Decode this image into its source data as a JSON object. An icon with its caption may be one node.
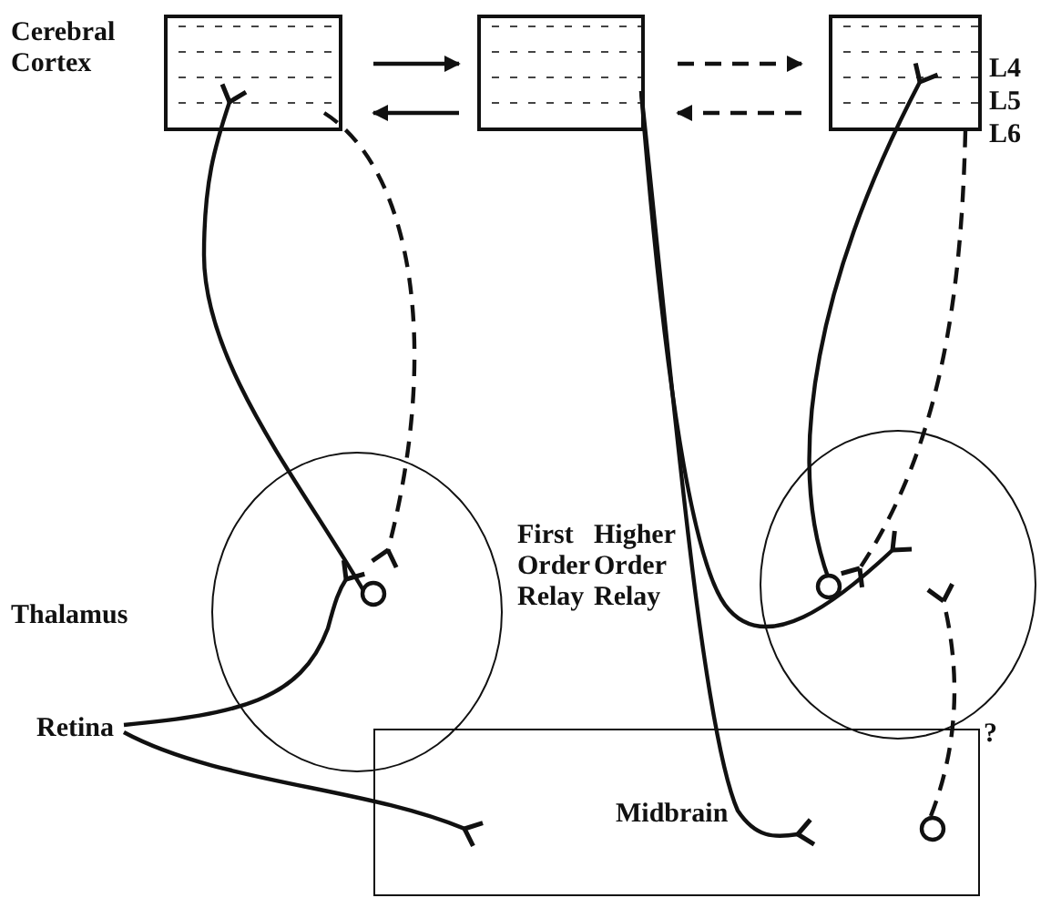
{
  "diagram": {
    "nodes": [
      {
        "text": [],
        "shape": "box"
      },
      {
        "text": [],
        "shape": "box"
      },
      {
        "text": [],
        "shape": "box",
        "beside": [
          "L4",
          "L5",
          "L6"
        ]
      },
      {
        "text": [],
        "shape": "circle",
        "beside": [
          "First Order Relay"
        ]
      },
      {
        "text": [],
        "shape": "circle",
        "beside": [
          "Higher Order Relay"
        ]
      },
      {
        "text": [
          "Retina"
        ]
      },
      {
        "text": [
          "Midbrain"
        ]
      }
    ],
    "edges": [
      {
        "from": 0,
        "to": 1,
        "arrow": "to"
      },
      {
        "from": 1,
        "to": 0,
        "arrow": "to"
      },
      {
        "from": 1,
        "to": 2,
        "arrow": "to",
        "style": "dashed"
      },
      {
        "from": 2,
        "to": 1,
        "arrow": "to",
        "style": "dashed"
      },
      {
        "from": 3,
        "to": 0,
        "arrow": "other"
      },
      {
        "from": 0,
        "to": 3,
        "arrow": "other",
        "style": "dashed"
      },
      {
        "from": 5,
        "to": 3,
        "arrow": "other"
      },
      {
        "from": 5,
        "to": 6,
        "arrow": "other"
      },
      {
        "from": 1,
        "to": 4,
        "arrow": "other"
      },
      {
        "from": 1,
        "to": 6,
        "arrow": "other"
      },
      {
        "from": 4,
        "to": 2,
        "arrow": "other"
      },
      {
        "from": 2,
        "to": 4,
        "arrow": "other",
        "style": "dashed"
      },
      {
        "from": 6,
        "to": 4,
        "arrow": "other",
        "style": "dashed",
        "label": "?"
      }
    ],
    "labels": [
      "Cerebral Cortex",
      "Thalamus"
    ]
  }
}
